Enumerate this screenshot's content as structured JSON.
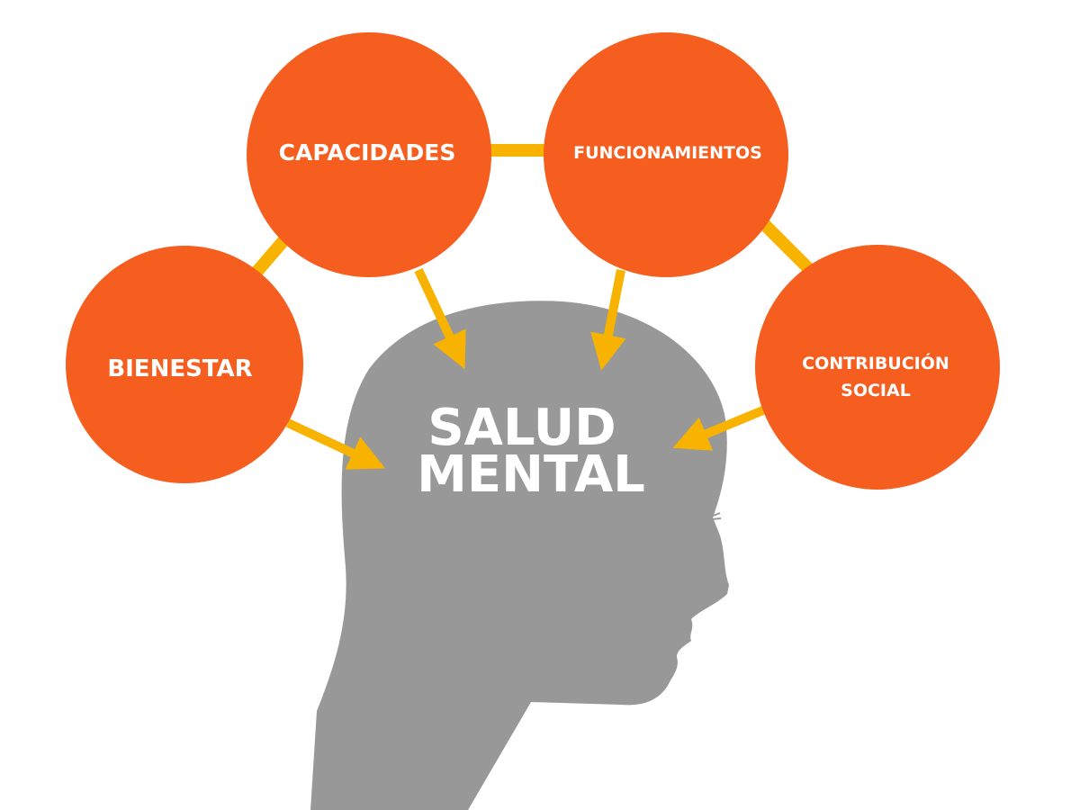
{
  "center": {
    "line1": "SALUD",
    "line2": "MENTAL"
  },
  "nodes": {
    "bienestar": {
      "label": "BIENESTAR"
    },
    "capacidades": {
      "label": "CAPACIDADES"
    },
    "funcionamientos": {
      "label": "FUNCIONAMIENTOS"
    },
    "contribucion": {
      "line1": "CONTRIBUCIÓN",
      "line2": "SOCIAL"
    }
  },
  "colors": {
    "node": "#f55e1e",
    "connector": "#f8b300",
    "head": "#989898",
    "text": "#ffffff"
  }
}
